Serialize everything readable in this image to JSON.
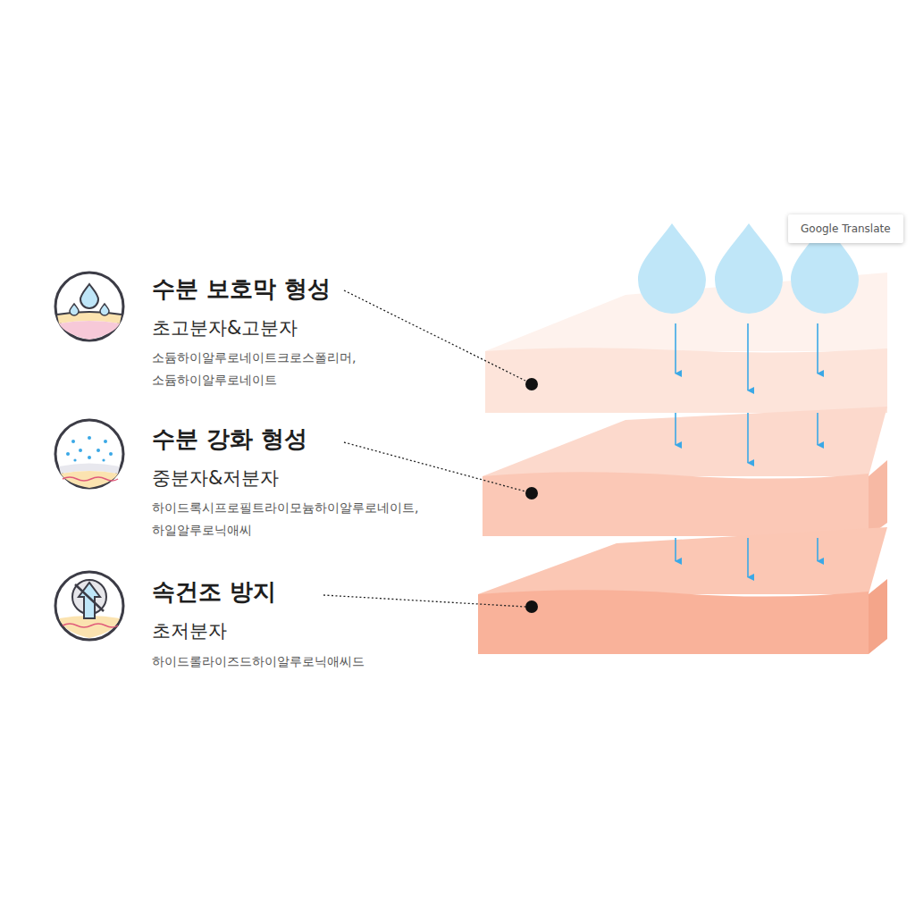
{
  "diagram": {
    "nodes": [
      {
        "text": [
          "Google Translate"
        ]
      }
    ],
    "labels": [
      "수분 보호막 형성",
      "초고분자&고분자",
      "소듐하이알루로네이트크로스폴리머, 소듐하이알루로네이트",
      "수분 강화 형성",
      "중분자&저분자",
      "하이드록시프로필트라이모늄하이알루로네이트, 하일알루로닉애씨",
      "속건조 방지",
      "초저분자",
      "하이드롤라이즈드하이알루로닉애씨드"
    ]
  }
}
